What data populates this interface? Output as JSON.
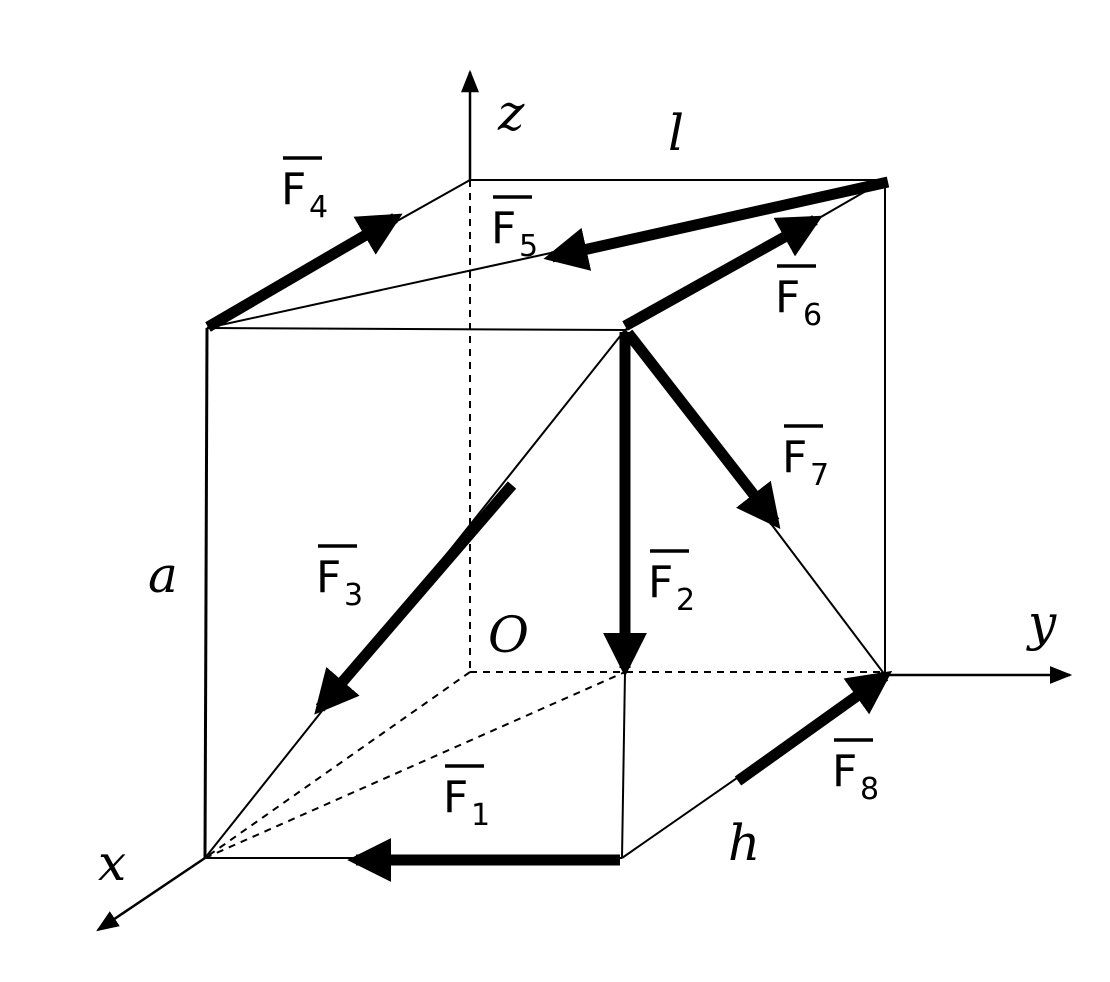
{
  "figure": {
    "axes": {
      "x": "x",
      "y": "y",
      "z": "z",
      "origin": "O"
    },
    "dimensions": {
      "a": "a",
      "l": "l",
      "h": "h"
    },
    "forces": [
      {
        "letter": "F",
        "sub": "1"
      },
      {
        "letter": "F",
        "sub": "2"
      },
      {
        "letter": "F",
        "sub": "3"
      },
      {
        "letter": "F",
        "sub": "4"
      },
      {
        "letter": "F",
        "sub": "5"
      },
      {
        "letter": "F",
        "sub": "6"
      },
      {
        "letter": "F",
        "sub": "7"
      },
      {
        "letter": "F",
        "sub": "8"
      }
    ]
  }
}
